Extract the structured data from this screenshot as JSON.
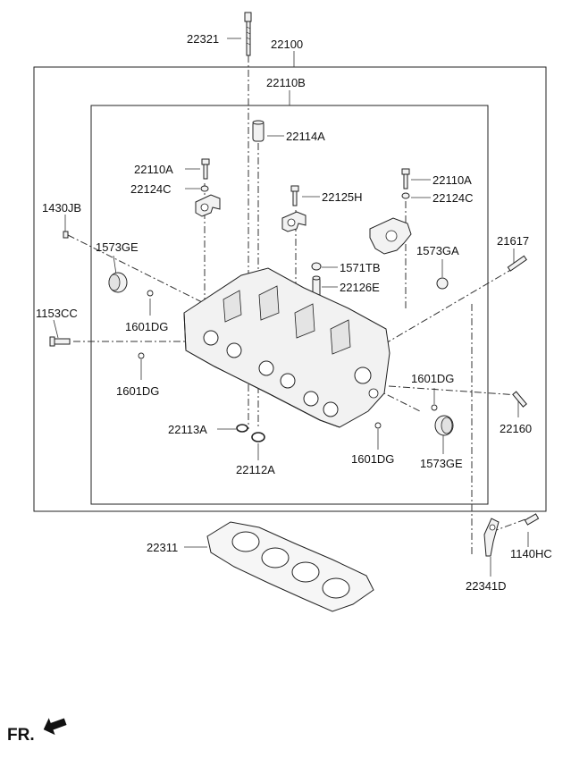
{
  "diagram": {
    "direction_label": "FR.",
    "parts": {
      "bolt_top": "22321",
      "head_assy": "22100",
      "head_sub_assy": "22110B",
      "dowel_top": "22114A",
      "cap_bolt_left": "22110A",
      "cap_washer_left": "22124C",
      "cap_bolt_mid": "22125H",
      "cap_bolt_right": "22110A",
      "cap_washer_right": "22124C",
      "plug_side": "1430JB",
      "plug_cap_left": "1573GE",
      "stud_right_top": "21617",
      "plug_cap_right_top": "1573GA",
      "seal_small": "1571TB",
      "guide_tube": "22126E",
      "bolt_left": "1153CC",
      "ball_left_upper": "1601DG",
      "ball_left_lower": "1601DG",
      "ball_right_upper": "1601DG",
      "ball_right_lower": "1601DG",
      "stud_right_lower": "22160",
      "ring_a": "22113A",
      "ring_b": "22112A",
      "plug_cap_right_lower": "1573GE",
      "head_gasket": "22311",
      "hanger_bracket": "22341D",
      "hanger_bolt": "1140HC"
    }
  }
}
